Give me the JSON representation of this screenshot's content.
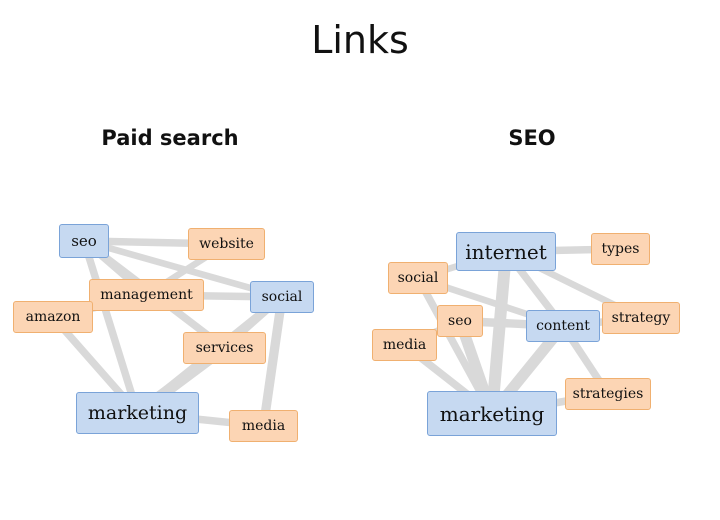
{
  "title": "Links",
  "colors": {
    "blue_fill": "#c6d9f1",
    "blue_border": "#7aa3d8",
    "orange_fill": "#fcd5b4",
    "orange_border": "#f0b070",
    "edge": "#d9d9d9"
  },
  "diagrams": [
    {
      "key": "paid",
      "label": "Paid search",
      "nodes": [
        {
          "id": "seo",
          "label": "seo",
          "kind": "blue"
        },
        {
          "id": "website",
          "label": "website",
          "kind": "orange"
        },
        {
          "id": "management",
          "label": "management",
          "kind": "orange"
        },
        {
          "id": "social",
          "label": "social",
          "kind": "blue"
        },
        {
          "id": "amazon",
          "label": "amazon",
          "kind": "orange"
        },
        {
          "id": "services",
          "label": "services",
          "kind": "orange"
        },
        {
          "id": "marketing",
          "label": "marketing",
          "kind": "blue"
        },
        {
          "id": "media",
          "label": "media",
          "kind": "orange"
        }
      ],
      "edges": [
        {
          "from": "seo",
          "to": "website",
          "strength": 0.5
        },
        {
          "from": "seo",
          "to": "social",
          "strength": 0.4
        },
        {
          "from": "seo",
          "to": "services",
          "strength": 0.5
        },
        {
          "from": "seo",
          "to": "marketing",
          "strength": 0.5
        },
        {
          "from": "seo",
          "to": "management",
          "strength": 0.4
        },
        {
          "from": "website",
          "to": "management",
          "strength": 0.4
        },
        {
          "from": "management",
          "to": "social",
          "strength": 0.5
        },
        {
          "from": "amazon",
          "to": "management",
          "strength": 0.6
        },
        {
          "from": "amazon",
          "to": "marketing",
          "strength": 0.5
        },
        {
          "from": "services",
          "to": "marketing",
          "strength": 0.9
        },
        {
          "from": "social",
          "to": "marketing",
          "strength": 0.6
        },
        {
          "from": "social",
          "to": "services",
          "strength": 0.4
        },
        {
          "from": "social",
          "to": "media",
          "strength": 0.7
        },
        {
          "from": "marketing",
          "to": "media",
          "strength": 0.5
        }
      ]
    },
    {
      "key": "seo",
      "label": "SEO",
      "nodes": [
        {
          "id": "internet",
          "label": "internet",
          "kind": "blue"
        },
        {
          "id": "types",
          "label": "types",
          "kind": "orange"
        },
        {
          "id": "social",
          "label": "social",
          "kind": "orange"
        },
        {
          "id": "seo",
          "label": "seo",
          "kind": "orange"
        },
        {
          "id": "content",
          "label": "content",
          "kind": "blue"
        },
        {
          "id": "strategy",
          "label": "strategy",
          "kind": "orange"
        },
        {
          "id": "media",
          "label": "media",
          "kind": "orange"
        },
        {
          "id": "strategies",
          "label": "strategies",
          "kind": "orange"
        },
        {
          "id": "marketing",
          "label": "marketing",
          "kind": "blue"
        }
      ],
      "edges": [
        {
          "from": "internet",
          "to": "types",
          "strength": 0.5
        },
        {
          "from": "internet",
          "to": "marketing",
          "strength": 1.0
        },
        {
          "from": "internet",
          "to": "content",
          "strength": 0.5
        },
        {
          "from": "internet",
          "to": "strategy",
          "strength": 0.4
        },
        {
          "from": "internet",
          "to": "social",
          "strength": 0.4
        },
        {
          "from": "social",
          "to": "marketing",
          "strength": 0.5
        },
        {
          "from": "social",
          "to": "content",
          "strength": 0.4
        },
        {
          "from": "seo",
          "to": "marketing",
          "strength": 0.9
        },
        {
          "from": "seo",
          "to": "content",
          "strength": 0.6
        },
        {
          "from": "media",
          "to": "marketing",
          "strength": 0.5
        },
        {
          "from": "media",
          "to": "seo",
          "strength": 0.4
        },
        {
          "from": "content",
          "to": "marketing",
          "strength": 0.9
        },
        {
          "from": "content",
          "to": "strategy",
          "strength": 0.5
        },
        {
          "from": "content",
          "to": "strategies",
          "strength": 0.5
        },
        {
          "from": "marketing",
          "to": "strategies",
          "strength": 0.5
        }
      ]
    }
  ]
}
